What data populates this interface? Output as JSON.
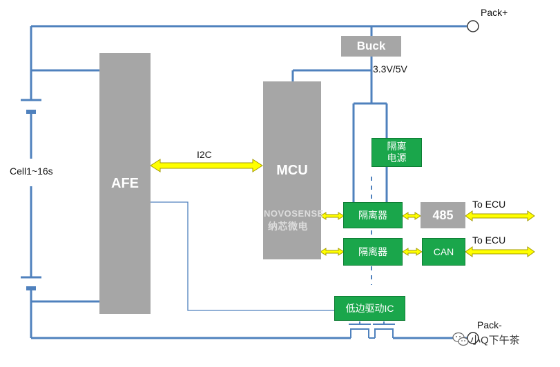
{
  "colors": {
    "wire": "#4f81bd",
    "arrow": "#ffff00",
    "arrow_outline": "#a39a00",
    "block_gray": "#a6a6a6",
    "block_green": "#1aa64b"
  },
  "labels": {
    "pack_plus": "Pack+",
    "pack_minus": "Pack-",
    "cells": "Cell1~16s",
    "afe": "AFE",
    "mcu": "MCU",
    "buck": "Buck",
    "voltage": "3.3V/5V",
    "i2c": "I2C",
    "iso_power": "隔离\n电源",
    "isolator_1": "隔离器",
    "isolator_2": "隔离器",
    "rs485": "485",
    "can": "CAN",
    "to_ecu_1": "To ECU",
    "to_ecu_2": "To ECU",
    "low_side_driver": "低边驱动IC",
    "watermark_logo": "NOVOSENSE",
    "watermark_cn": "纳芯微电",
    "brand": "小Q下午茶"
  },
  "icons": {
    "brand_icon": "wechat-icon"
  }
}
